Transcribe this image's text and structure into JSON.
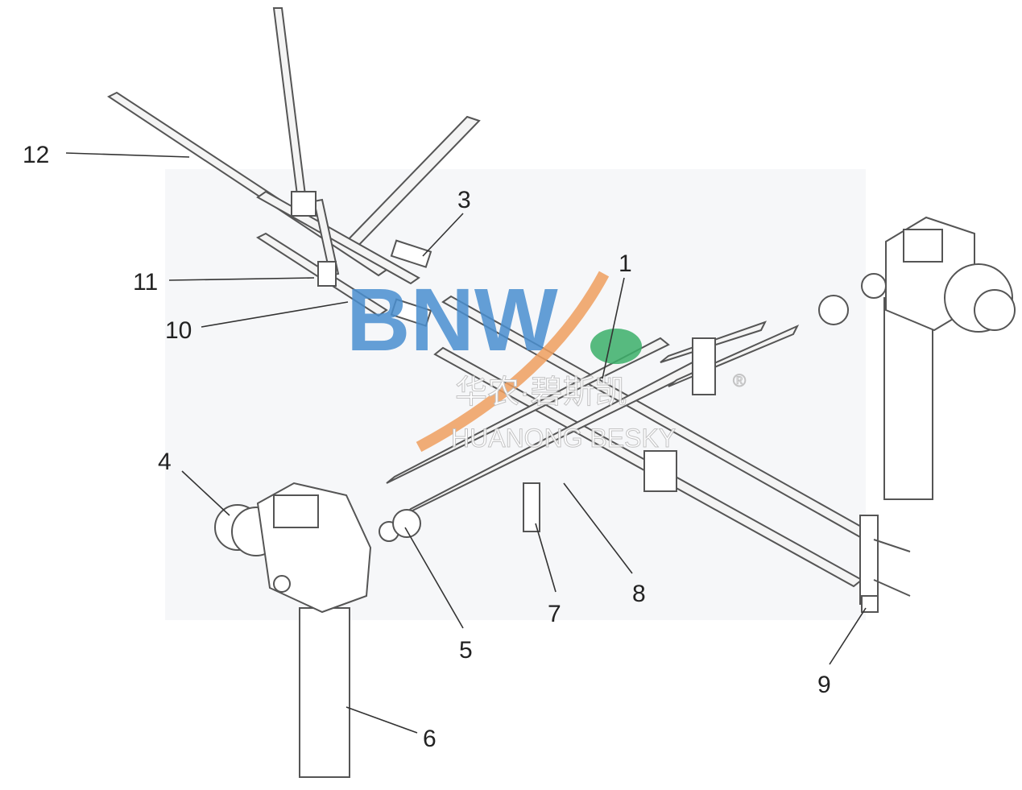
{
  "diagram": {
    "labels": [
      "1",
      "3",
      "4",
      "5",
      "6",
      "7",
      "8",
      "9",
      "10",
      "11",
      "12"
    ],
    "watermark": {
      "logo": "BNW",
      "chinese": "华农·碧斯凯",
      "english": "HUANONG BESKY",
      "registered": "®",
      "accent_orange": "#f0a060",
      "accent_blue": "#4a8fd0",
      "accent_green": "#3cb06a"
    }
  }
}
